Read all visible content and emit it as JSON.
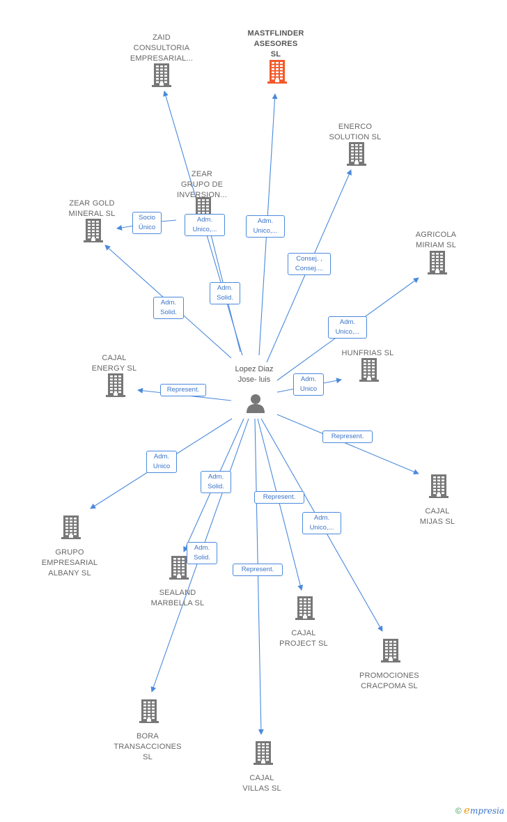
{
  "center": {
    "name": "Lopez Diaz\nJose- luis",
    "icon": "person-icon"
  },
  "colors": {
    "edge": "#4a89dc",
    "node": "#777777",
    "highlight": "#f2592a"
  },
  "nodes": [
    {
      "id": "zaid",
      "label": "ZAID\nCONSULTORIA\nEMPRESARIAL..."
    },
    {
      "id": "mastflinder",
      "label": "MASTFLINDER\nASESORES\nSL",
      "highlight": true
    },
    {
      "id": "enerco",
      "label": "ENERCO\nSOLUTION  SL"
    },
    {
      "id": "zear_grupo",
      "label": "ZEAR\nGRUPO DE\nINVERSION..."
    },
    {
      "id": "zear_gold",
      "label": "ZEAR GOLD\nMINERAL SL"
    },
    {
      "id": "agricola",
      "label": "AGRICOLA\nMIRIAM  SL"
    },
    {
      "id": "hunfrias",
      "label": "HUNFRIAS SL"
    },
    {
      "id": "cajal_energy",
      "label": "CAJAL\nENERGY  SL"
    },
    {
      "id": "cajal_mijas",
      "label": "CAJAL\nMIJAS  SL"
    },
    {
      "id": "grupo_albany",
      "label": "GRUPO\nEMPRESARIAL\nALBANY  SL"
    },
    {
      "id": "sealand",
      "label": "SEALAND\nMARBELLA  SL"
    },
    {
      "id": "cajal_project",
      "label": "CAJAL\nPROJECT  SL"
    },
    {
      "id": "promociones",
      "label": "PROMOCIONES\nCRACPOMA SL"
    },
    {
      "id": "bora",
      "label": "BORA\nTRANSACCIONES\nSL"
    },
    {
      "id": "cajal_villas",
      "label": "CAJAL\nVILLAS  SL"
    }
  ],
  "edges": [
    {
      "target": "zaid",
      "label": "Adm.\nUnico,..."
    },
    {
      "target": "mastflinder",
      "label": "Adm.\nUnico,..."
    },
    {
      "target": "enerco",
      "label": "Consej. ,\nConsej...."
    },
    {
      "target": "zear_grupo",
      "label": "Adm.\nSolid."
    },
    {
      "target": "zear_gold",
      "label": "Adm.\nSolid."
    },
    {
      "target": "agricola",
      "label": "Adm.\nUnico,..."
    },
    {
      "target": "hunfrias",
      "label": "Adm.\nUnico"
    },
    {
      "target": "cajal_energy",
      "label": "Represent."
    },
    {
      "target": "cajal_mijas",
      "label": "Represent."
    },
    {
      "target": "grupo_albany",
      "label": "Adm.\nUnico"
    },
    {
      "target": "sealand",
      "label": "Adm.\nSolid."
    },
    {
      "target": "cajal_project",
      "label": "Represent."
    },
    {
      "target": "promociones",
      "label": "Adm.\nUnico,..."
    },
    {
      "target": "bora",
      "label": "Adm.\nSolid."
    },
    {
      "target": "cajal_villas",
      "label": "Represent."
    },
    {
      "source": "zear_grupo",
      "target": "zear_gold",
      "label": "Socio\nÚnico"
    }
  ],
  "footer": {
    "copyright": "©",
    "brand_initial": "e",
    "brand_rest": "mpresia"
  }
}
